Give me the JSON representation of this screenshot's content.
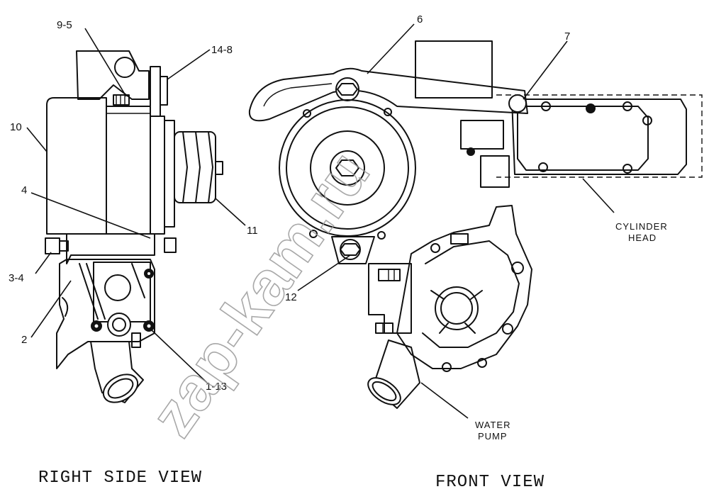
{
  "watermark": "zap-kam.ru",
  "views": {
    "right_side": {
      "title": "RIGHT SIDE VIEW"
    },
    "front": {
      "title": "FRONT VIEW"
    }
  },
  "callouts": {
    "c_9_5": "9-5",
    "c_14_8": "14-8",
    "c_10": "10",
    "c_4": "4",
    "c_11": "11",
    "c_3_4": "3-4",
    "c_2": "2",
    "c_1_13": "1-13",
    "c_6": "6",
    "c_7": "7",
    "c_12": "12"
  },
  "annotations": {
    "cylinder_head": [
      "CYLINDER",
      "HEAD"
    ],
    "water_pump": [
      "WATER",
      "PUMP"
    ]
  }
}
